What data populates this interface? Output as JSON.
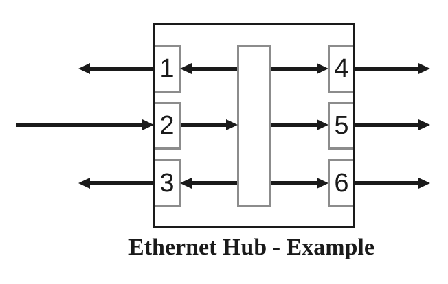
{
  "diagram": {
    "caption": "Ethernet Hub - Example",
    "ports": [
      "1",
      "2",
      "3",
      "4",
      "5",
      "6"
    ],
    "colors": {
      "arrow": "#1a1a1a",
      "hub_border": "#1a1a1a",
      "port_border": "#8c8c8c",
      "background": "#ffffff"
    },
    "arrows": [
      {
        "id": "port1-out",
        "row": 1,
        "segment": "outer-left",
        "head": "left"
      },
      {
        "id": "bus-to-port1",
        "row": 1,
        "segment": "inner-left",
        "head": "left"
      },
      {
        "id": "bus-to-port4",
        "row": 1,
        "segment": "inner-right",
        "head": "right"
      },
      {
        "id": "port4-out",
        "row": 1,
        "segment": "outer-right",
        "head": "right"
      },
      {
        "id": "in-to-port2",
        "row": 2,
        "segment": "outer-left",
        "head": "right"
      },
      {
        "id": "port2-to-bus",
        "row": 2,
        "segment": "inner-left",
        "head": "right"
      },
      {
        "id": "bus-to-port5",
        "row": 2,
        "segment": "inner-right",
        "head": "right"
      },
      {
        "id": "port5-out",
        "row": 2,
        "segment": "outer-right",
        "head": "right"
      },
      {
        "id": "port3-out",
        "row": 3,
        "segment": "outer-left",
        "head": "left"
      },
      {
        "id": "bus-to-port3",
        "row": 3,
        "segment": "inner-left",
        "head": "left"
      },
      {
        "id": "bus-to-port6",
        "row": 3,
        "segment": "inner-right",
        "head": "right"
      },
      {
        "id": "port6-out",
        "row": 3,
        "segment": "outer-right",
        "head": "right"
      }
    ]
  }
}
